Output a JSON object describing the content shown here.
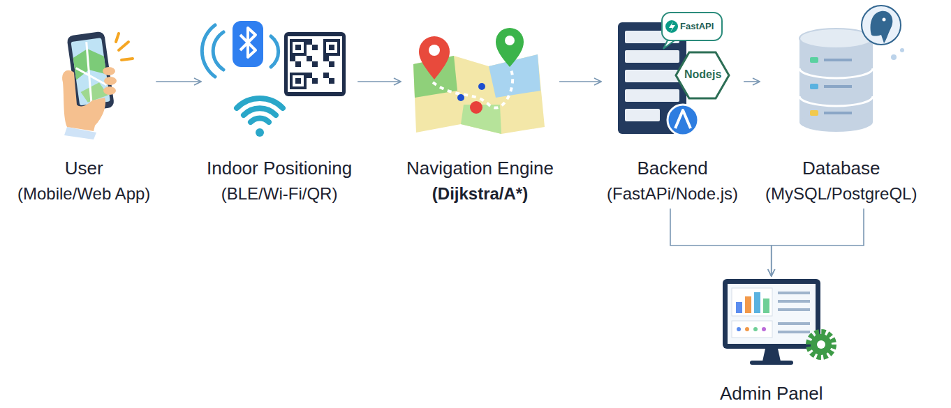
{
  "diagram": {
    "nodes": [
      {
        "text": [
          "User",
          "(Mobile/Web App)"
        ]
      },
      {
        "text": [
          "Indoor Positioning",
          "(BLE/Wi-Fi/QR)"
        ]
      },
      {
        "text": [
          "Navigation Engine",
          "(Dijkstra/A*)"
        ]
      },
      {
        "text": [
          "Backend",
          "(FastAPi/Node.js)"
        ]
      },
      {
        "text": [
          "Database",
          "(MySQL/PostgreQL)"
        ]
      },
      {
        "text": [
          "Admin Panel"
        ]
      }
    ],
    "edges": [
      {
        "from": 0,
        "to": 1,
        "arrow": "to"
      },
      {
        "from": 1,
        "to": 2,
        "arrow": "to"
      },
      {
        "from": 2,
        "to": 3,
        "arrow": "to"
      },
      {
        "from": 3,
        "to": 4,
        "arrow": "to"
      },
      {
        "from": 3,
        "to": 5,
        "arrow": "to"
      },
      {
        "from": 4,
        "to": 5,
        "arrow": "to"
      }
    ],
    "labels": [
      "FastAPI",
      "Nodejs"
    ]
  }
}
